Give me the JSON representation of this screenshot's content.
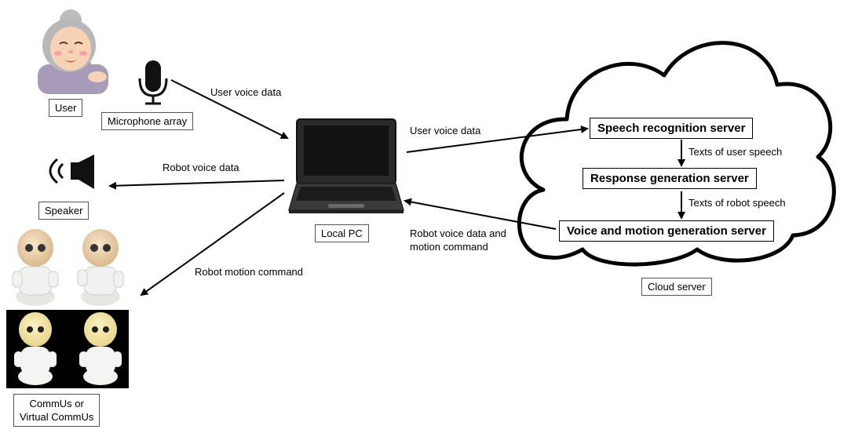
{
  "labels": {
    "user": "User",
    "microphone": "Microphone array",
    "speaker": "Speaker",
    "local_pc": "Local PC",
    "robots": "CommUs or\nVirtual CommUs",
    "cloud": "Cloud server"
  },
  "servers": {
    "speech": "Speech recognition server",
    "response": "Response generation server",
    "voice_motion": "Voice and motion generation server"
  },
  "flows": {
    "mic_to_pc": "User voice data",
    "pc_to_cloud": "User voice data",
    "pc_to_speaker": "Robot voice data",
    "pc_to_robot": "Robot motion command",
    "cloud_to_pc": "Robot voice data and\nmotion command",
    "speech_to_response": "Texts of user speech",
    "response_to_voice": "Texts of robot speech"
  },
  "colors": {
    "line": "#000000",
    "robot_panel_bg": "#000000",
    "robot_body": "#f1f1ef"
  }
}
